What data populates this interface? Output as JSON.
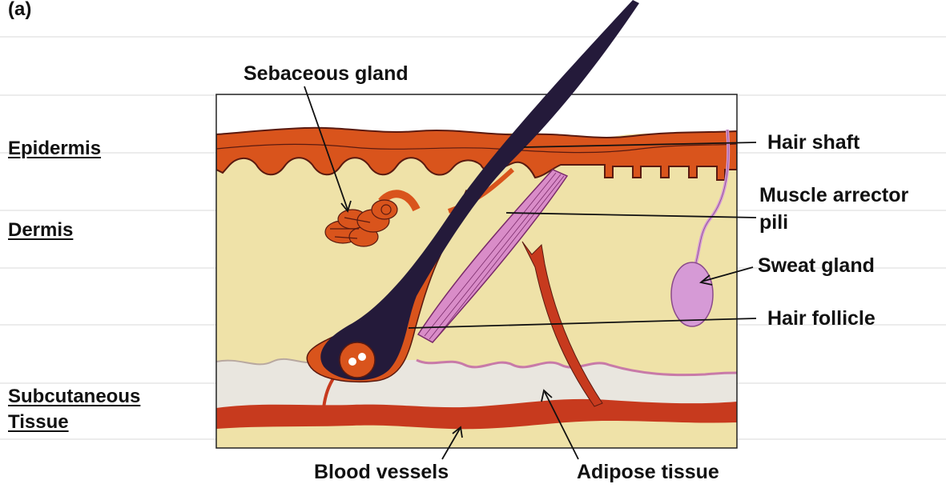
{
  "panel_label": "(a)",
  "layers": {
    "epidermis": "Epidermis",
    "dermis": "Dermis",
    "subcutaneous_line1": "Subcutaneous",
    "subcutaneous_line2": "Tissue"
  },
  "callouts": {
    "sebaceous_gland": "Sebaceous gland",
    "hair_shaft": "Hair shaft",
    "muscle_line1": "Muscle arrector",
    "muscle_line2": "pili",
    "sweat_gland": "Sweat gland",
    "hair_follicle": "Hair follicle",
    "blood_vessels": "Blood vessels",
    "adipose_tissue": "Adipose tissue"
  },
  "colors": {
    "epidermis": "#d9541c",
    "dermis": "#efe2a8",
    "hair": "#241a3a",
    "muscle": "#d98cc8",
    "sweat_gland": "#d69ad6",
    "adipose": "#e9e6df",
    "vessel": "#c73a1e",
    "outline": "#5a1a10"
  }
}
